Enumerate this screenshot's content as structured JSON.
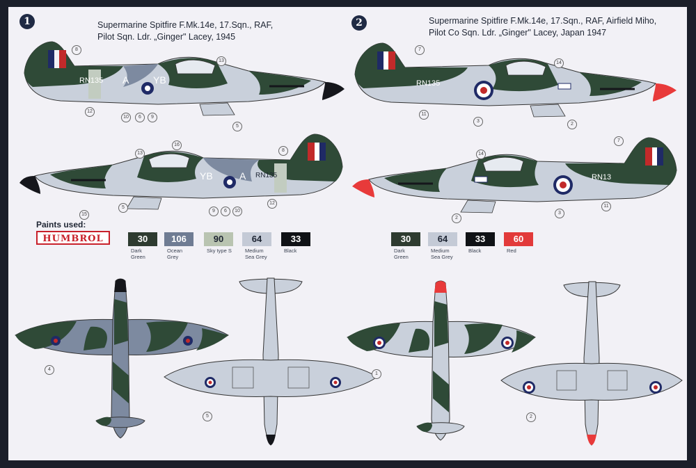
{
  "aircraft": [
    {
      "number": "1",
      "title_line1": "Supermarine Spitfire F.Mk.14e, 17.Sqn., RAF,",
      "title_line2": "Pilot Sqn. Ldr. „Ginger\" Lacey, 1945",
      "codes_left": "A",
      "codes_right": "YB",
      "serial": "RN135",
      "codes_left_stbd": "YB",
      "codes_right_stbd": "A",
      "serial_stbd": "RN135"
    },
    {
      "number": "2",
      "title_line1": "Supermarine Spitfire F.Mk.14e, 17.Sqn., RAF, Airfield Miho,",
      "title_line2": "Pilot Co Sqn. Ldr. „Ginger\" Lacey, Japan 1947",
      "serial": "RN135",
      "serial_stbd": "RN13"
    }
  ],
  "callouts": {
    "a1_port": [
      "8",
      "13",
      "12",
      "10",
      "6",
      "9",
      "5"
    ],
    "a1_stbd": [
      "13",
      "16",
      "8",
      "15",
      "5",
      "9",
      "6",
      "10",
      "12"
    ],
    "a2_port": [
      "7",
      "14",
      "11",
      "3",
      "2"
    ],
    "a2_stbd": [
      "14",
      "7",
      "2",
      "3",
      "11"
    ],
    "a1_top": [
      "4"
    ],
    "a1_bottom": [
      "5"
    ],
    "a2_top": [
      "1"
    ],
    "a2_bottom": [
      "2"
    ]
  },
  "paints": {
    "label": "Paints used:",
    "brand": "HUMBROL",
    "set1": [
      {
        "code": "30",
        "name": "Dark Green",
        "color": "#2e3b30",
        "text": "#ffffff"
      },
      {
        "code": "106",
        "name": "Ocean Grey",
        "color": "#6f7c93",
        "text": "#ffffff"
      },
      {
        "code": "90",
        "name": "Sky type S",
        "color": "#b9c4b1",
        "text": "#1e2533"
      },
      {
        "code": "64",
        "name": "Medium Sea Grey",
        "color": "#c4cad6",
        "text": "#1e2533"
      },
      {
        "code": "33",
        "name": "Black",
        "color": "#101216",
        "text": "#ffffff"
      }
    ],
    "set2": [
      {
        "code": "30",
        "name": "Dark Green",
        "color": "#2e3b30",
        "text": "#ffffff"
      },
      {
        "code": "64",
        "name": "Medium Sea Grey",
        "color": "#c4cad6",
        "text": "#1e2533"
      },
      {
        "code": "33",
        "name": "Black",
        "color": "#101216",
        "text": "#ffffff"
      },
      {
        "code": "60",
        "name": "Red",
        "color": "#e23a3a",
        "text": "#ffffff"
      }
    ]
  },
  "colors": {
    "dark_green": "#2f4a37",
    "ocean_grey": "#7d8aa0",
    "sea_grey": "#c9d0db",
    "sky": "#c2ccc0",
    "roundel_blue": "#1f2a66",
    "roundel_red": "#c22a2a",
    "black": "#15161b",
    "red_spinner": "#e83a3a"
  }
}
